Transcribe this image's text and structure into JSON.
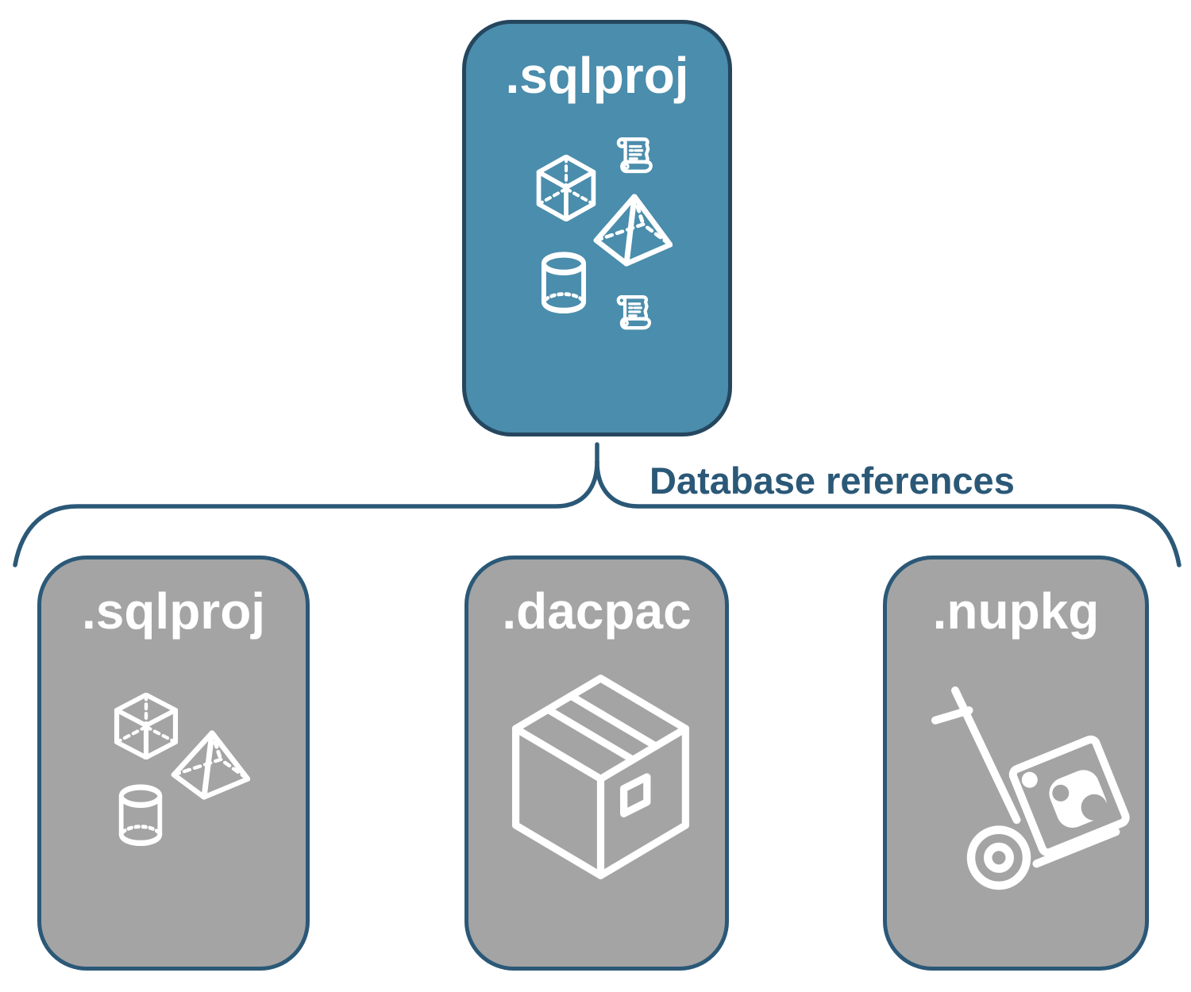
{
  "diagram": {
    "background_color": "#ffffff",
    "title_text_color": "#ffffff",
    "icon_color": "#ffffff",
    "root_node": {
      "label": ".sqlproj",
      "fill_color": "#4a8dac",
      "border_color": "#25465e",
      "icons": [
        "scroll-icon",
        "cube-icon",
        "pyramid-icon",
        "cylinder-icon",
        "scroll-icon"
      ]
    },
    "connector": {
      "label": "Database references",
      "line_color": "#2b5877",
      "label_color": "#2b5877"
    },
    "child_nodes": [
      {
        "label": ".sqlproj",
        "fill_color": "#a4a4a4",
        "border_color": "#2b5877",
        "icons": [
          "cube-icon",
          "pyramid-icon",
          "cylinder-icon"
        ]
      },
      {
        "label": ".dacpac",
        "fill_color": "#a4a4a4",
        "border_color": "#2b5877",
        "icons": [
          "package-box-icon"
        ]
      },
      {
        "label": ".nupkg",
        "fill_color": "#a4a4a4",
        "border_color": "#2b5877",
        "icons": [
          "nuget-hand-truck-icon"
        ]
      }
    ]
  }
}
